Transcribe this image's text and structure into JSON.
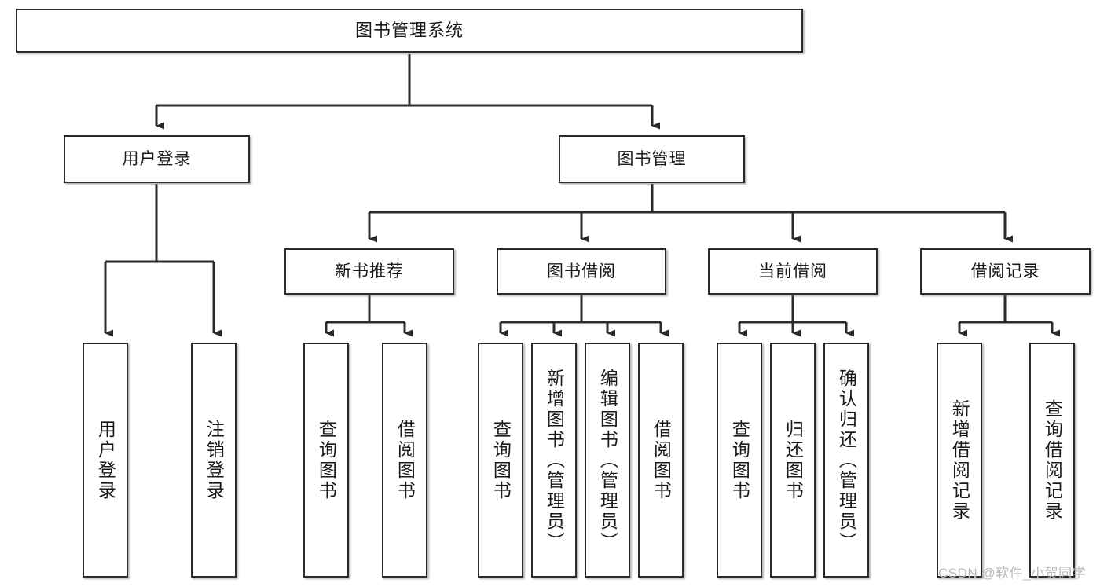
{
  "diagram": {
    "title": "图书管理系统",
    "root": {
      "label": "图书管理系统"
    },
    "level2": [
      {
        "label": "用户登录"
      },
      {
        "label": "图书管理"
      }
    ],
    "level3": [
      {
        "label": "新书推荐"
      },
      {
        "label": "图书借阅"
      },
      {
        "label": "当前借阅"
      },
      {
        "label": "借阅记录"
      }
    ],
    "leaves": {
      "user_login": [
        {
          "label": "用户登录"
        },
        {
          "label": "注销登录"
        }
      ],
      "new_book": [
        {
          "label": "查询图书"
        },
        {
          "label": "借阅图书"
        }
      ],
      "book_borrow": [
        {
          "label": "查询图书"
        },
        {
          "label": "新增图书（管理员）"
        },
        {
          "label": "编辑图书（管理员）"
        },
        {
          "label": "借阅图书"
        }
      ],
      "current_borrow": [
        {
          "label": "查询图书"
        },
        {
          "label": "归还图书"
        },
        {
          "label": "确认归还（管理员）"
        }
      ],
      "borrow_record": [
        {
          "label": "新增借阅记录"
        },
        {
          "label": "查询借阅记录"
        }
      ]
    }
  },
  "watermark": {
    "text": "CSDN @软件_小贺同学"
  },
  "colors": {
    "box_border": "#2b2b2b",
    "box_fill": "#ffffff",
    "text": "#1a1a1a",
    "connector": "#2b2b2b",
    "watermark": "#b9b9b9",
    "background": "#ffffff"
  }
}
